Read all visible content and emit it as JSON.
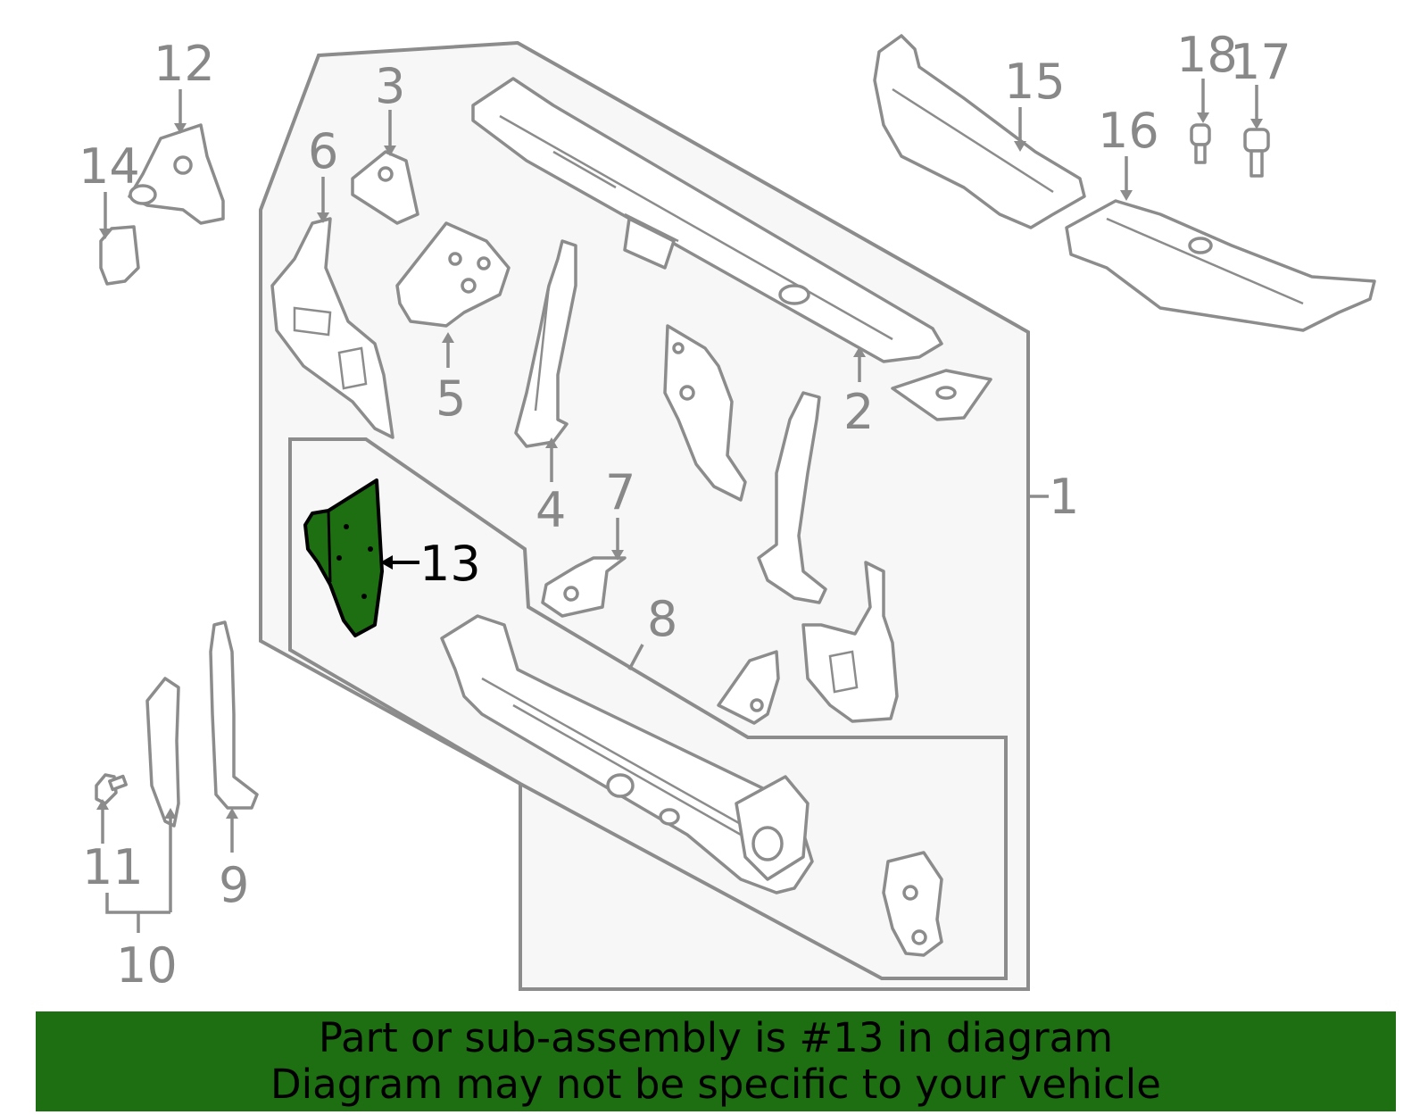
{
  "callouts": {
    "c1": "1",
    "c2": "2",
    "c3": "3",
    "c4": "4",
    "c5": "5",
    "c6": "6",
    "c7": "7",
    "c8": "8",
    "c9": "9",
    "c10": "10",
    "c11": "11",
    "c12": "12",
    "c13": "13",
    "c14": "14",
    "c15": "15",
    "c16": "16",
    "c17": "17",
    "c18": "18"
  },
  "highlight": {
    "part_number": "13",
    "color": "#1e6e12"
  },
  "colors": {
    "line": "#8c8c8c",
    "panel_bg": "#f7f7f7",
    "banner_bg": "#1e6e12",
    "banner_text": "#000000"
  },
  "banner": {
    "line1": "Part or sub-assembly is #13 in diagram",
    "line2": "Diagram may not be specific to your vehicle"
  }
}
